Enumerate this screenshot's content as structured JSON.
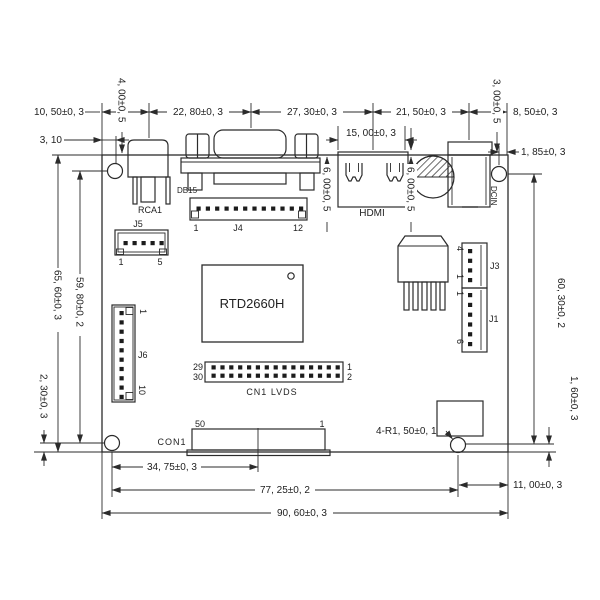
{
  "dims": {
    "d10_50": "10, 50±0, 3",
    "d22_80": "22, 80±0, 3",
    "d27_30": "27, 30±0, 3",
    "d21_50": "21, 50±0, 3",
    "d8_50": "8, 50±0, 3",
    "d3_10": "3, 10",
    "d4_00": "4, 00±0, 5",
    "d15_00": "15, 00±0, 3",
    "d1_85": "1, 85±0, 3",
    "d3_00": "3, 00±0, 5",
    "d6_00_left": "6, 00±0, 5",
    "d6_00_right": "6, 00±0, 5",
    "d65_60": "65, 60±0, 3",
    "d59_80": "59, 80±0, 2",
    "d2_30": "2, 30±0, 3",
    "d60_30": "60, 30±0, 2",
    "d1_60": "1, 60±0, 3",
    "d34_75": "34, 75±0, 3",
    "d77_25": "77, 25±0, 2",
    "d90_60": "90, 60±0, 3",
    "d11_00": "11, 00±0, 3",
    "d4_r1_50": "4-R1, 50±0, 1"
  },
  "components": {
    "rca": "RCA1",
    "db15": "DB15",
    "j4": "J4",
    "hdmi": "HDMI",
    "dcin": "DCIN",
    "j5": "J5",
    "j6": "J6",
    "j3": "J3",
    "j1": "J1",
    "chip": "RTD2660H",
    "cn1": "CN1 LVDS",
    "con1": "CON1"
  },
  "pins": {
    "j4_first": "1",
    "j4_last": "12",
    "j5_first": "1",
    "j5_last": "5",
    "j6_first": "1",
    "j6_last": "10",
    "j3_top": "4",
    "j3_bottom": "1",
    "j1_top": "1",
    "j1_bottom": "6",
    "cn1_left_top": "29",
    "cn1_left_bottom": "30",
    "cn1_right_top": "1",
    "cn1_right_bottom": "2",
    "con1_left": "50",
    "con1_right": "1"
  },
  "colors": {
    "line": "#2b2b2b",
    "background": "#ffffff"
  }
}
